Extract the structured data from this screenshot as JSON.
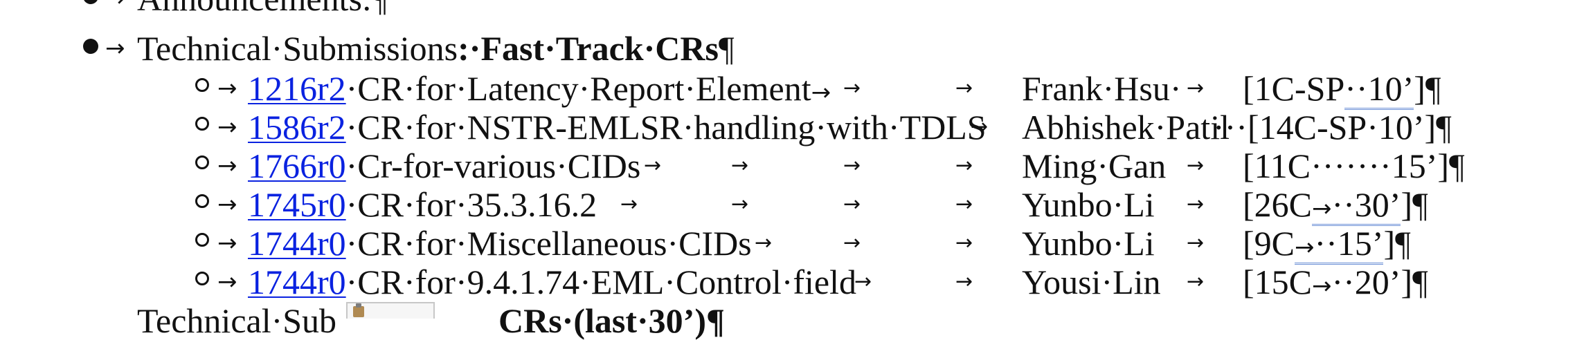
{
  "document": {
    "items": [
      {
        "level": 1,
        "text": "Announcements:",
        "pilcrow": "¶"
      },
      {
        "level": 1,
        "text": "Technical·Submissions",
        "bold_text": ":·Fast·Track·CRs",
        "pilcrow": "¶"
      }
    ],
    "subitems": [
      {
        "link": "1216r2",
        "title": "·CR·for·Latency·Report·Element",
        "author": "Frank·Hsu·",
        "slot": "[1C-SP",
        "slot_tail": "··10’",
        "slot_end": "]¶"
      },
      {
        "link": "1586r2",
        "title": "·CR·for·NSTR-EMLSR·handling·with·TDLS",
        "author": "Abhishek·Patil",
        "slot": "···[14C-SP·10’]¶",
        "slot_tail": "",
        "slot_end": ""
      },
      {
        "link": "1766r0",
        "title": "·Cr-for-various·CIDs",
        "author": "Ming·Gan",
        "slot": "[11C·······15’]¶",
        "slot_tail": "",
        "slot_end": ""
      },
      {
        "link": "1745r0",
        "title": "·CR·for·35.3.16.2",
        "author": "Yunbo·Li",
        "slot": "[26C",
        "slot_tail": "··30’",
        "slot_end": "]¶"
      },
      {
        "link": "1744r0",
        "title": "·CR·for·Miscellaneous·CIDs",
        "author": "Yunbo·Li",
        "slot": "[9C",
        "slot_tail": "··15’",
        "slot_end": "]¶"
      },
      {
        "link": "1744r0",
        "title": "·CR·for·9.4.1.74·EML·Control·field",
        "author": "Yousi·Lin",
        "slot": "[15C",
        "slot_tail": "··20’",
        "slot_end": "]¶"
      }
    ],
    "partial_bottom": {
      "text": "Technical·Sub",
      "bold_text": "CRs·(last·30’)¶"
    },
    "tab_glyph": "→"
  },
  "colors": {
    "link": "#0a22e0",
    "text": "#111111",
    "double_underline": "#6b8fd6"
  },
  "icons": {
    "bullet_level1": "filled-circle-bullet-icon",
    "bullet_level2": "hollow-circle-bullet-icon",
    "tab": "tab-arrow-icon",
    "paste": "paste-options-icon"
  }
}
